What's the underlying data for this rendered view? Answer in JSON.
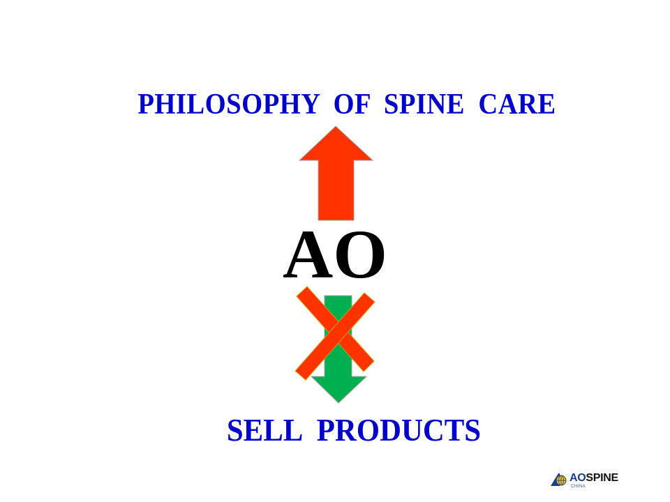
{
  "slide": {
    "title": "PHILOSOPHY  OF  SPINE  CARE",
    "center_label": "AO",
    "bottom_label": "SELL  PRODUCTS",
    "logo": {
      "brand_prefix": "AO",
      "brand_suffix": "SPINE",
      "subtitle": "CHINA"
    }
  },
  "shapes": {
    "up_arrow": {
      "icon": "arrow-up-icon",
      "color": "#ff3300"
    },
    "down_arrow": {
      "icon": "arrow-down-icon",
      "color": "#00b050"
    },
    "cross_mark": {
      "icon": "x-mark-icon",
      "color": "#ff3300"
    }
  },
  "colors": {
    "title_text": "#0000cc",
    "center_text": "#000000",
    "background": "#ffffff"
  }
}
